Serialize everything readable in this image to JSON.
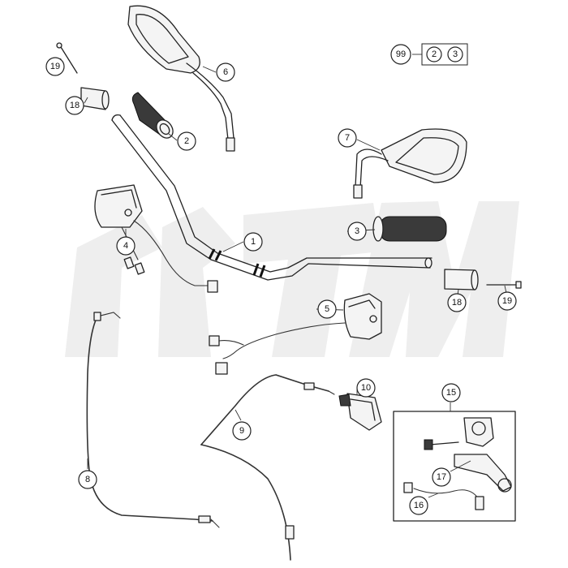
{
  "watermark": {
    "brand": "KTM",
    "color": "#eeeeee"
  },
  "reference_box": {
    "label": "99",
    "parts": [
      "2",
      "3"
    ]
  },
  "callouts": {
    "c1": "1",
    "c2": "2",
    "c3": "3",
    "c4": "4",
    "c5": "5",
    "c6": "6",
    "c7": "7",
    "c8": "8",
    "c9": "9",
    "c10": "10",
    "c15": "15",
    "c16": "16",
    "c17": "17",
    "c18a": "18",
    "c18b": "18",
    "c19a": "19",
    "c19b": "19"
  },
  "colors": {
    "line": "#222222",
    "grip": "#3a3a3a",
    "background": "#ffffff"
  }
}
